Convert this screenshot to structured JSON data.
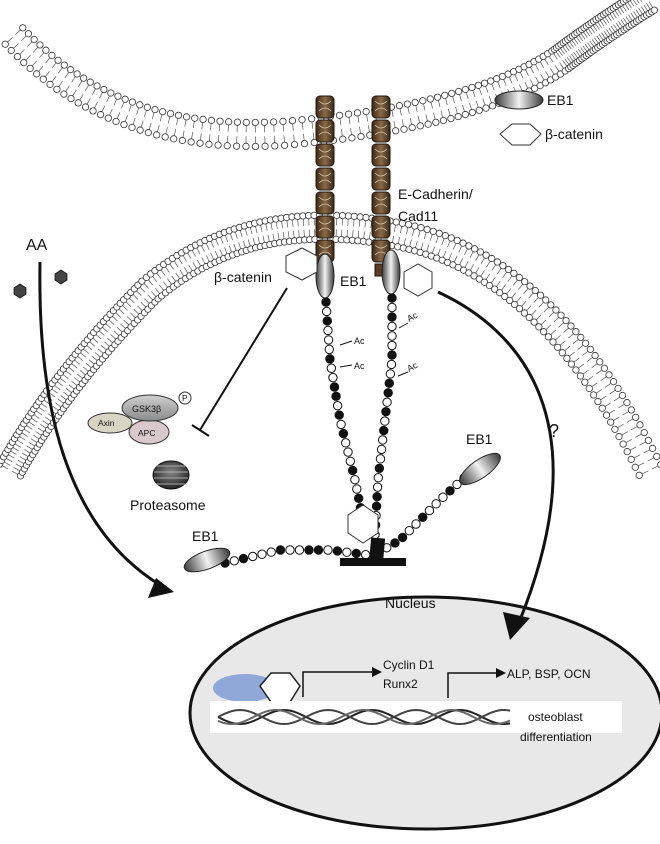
{
  "legend": {
    "eb1": "EB1",
    "beta_catenin": "β-catenin"
  },
  "labels": {
    "cadherin_line1": "E-Cadherin/",
    "cadherin_line2": "Cad11",
    "aa": "AA",
    "beta_catenin_membrane": "β-catenin",
    "eb1_membrane": "EB1",
    "eb1_right": "EB1",
    "eb1_left": "EB1",
    "acetyl": "Ac",
    "unknown": "?",
    "proteasome": "Proteasome",
    "nucleus": "Nucleus",
    "target_genes_1": "Cyclin D1",
    "target_genes_2": "Runx2",
    "downstream_genes": "ALP, BSP, OCN",
    "outcome_line1": "osteoblast",
    "outcome_line2": "differentiation"
  },
  "destruction_complex": {
    "gsk3b": "GSK3β",
    "axin": "Axin",
    "apc": "APC",
    "phospho": "P"
  },
  "colors": {
    "background": "#ffffff",
    "membrane": "#555555",
    "cadherin": "#6b4a2e",
    "nucleus_fill": "#e8e8e8",
    "tcf_blue": "#8fa8d8",
    "eb1_dark": "#555555",
    "eb1_light": "#eeeeee"
  }
}
